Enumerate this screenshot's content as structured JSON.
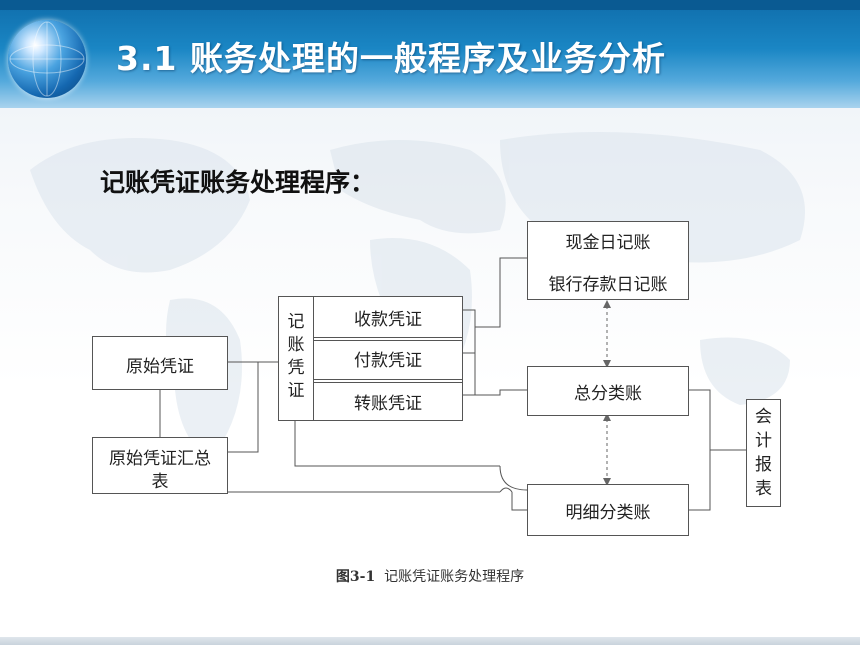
{
  "slide": {
    "title": "3.1  账务处理的一般程序及业务分析",
    "subtitle": "记账凭证账务处理程序："
  },
  "diagram": {
    "original_voucher": "原始凭证",
    "voucher_summary_line1": "原始凭证汇总",
    "voucher_summary_line2": "表",
    "accounting_voucher_chars": [
      "记",
      "账",
      "凭",
      "证"
    ],
    "receipt_voucher": "收款凭证",
    "payment_voucher": "付款凭证",
    "transfer_voucher": "转账凭证",
    "cash_journal": "现金日记账",
    "bank_journal": "银行存款日记账",
    "general_ledger": "总分类账",
    "subsidiary_ledger": "明细分类账",
    "accounting_report_chars": [
      "会",
      "计",
      "报",
      "表"
    ]
  },
  "caption": {
    "number": "图3-1",
    "text": "记账凭证账务处理程序"
  }
}
